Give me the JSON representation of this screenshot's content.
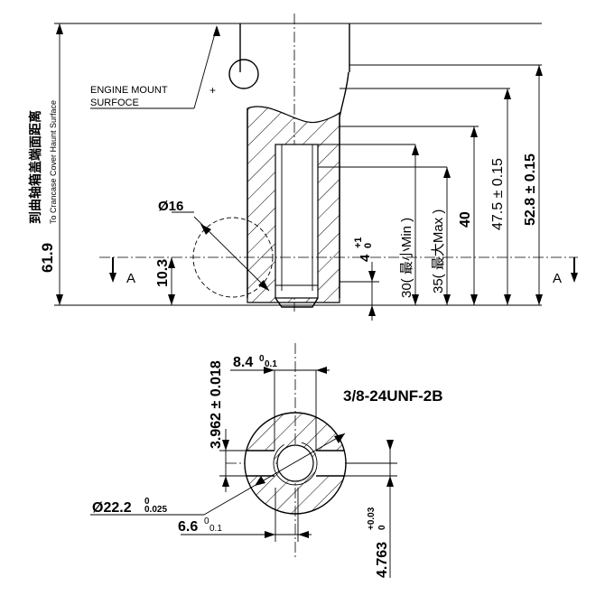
{
  "top_view": {
    "overall_height": "61.9",
    "overall_height_cn": "到曲轴箱盖端面距离",
    "overall_height_en": "To Crancase Cover Haunt Surface",
    "engine_mount_line1": "ENGINE MOUNT",
    "engine_mount_line2": "SURFOCE",
    "diameter_16": "Ø16",
    "dim_10_3": "10.3",
    "dim_4": "4",
    "dim_4_tol_top": "+1",
    "dim_4_tol_bottom": "0",
    "dim_30": "30( 最小Min )",
    "dim_35": "35( 最大Max )",
    "dim_40": "40",
    "dim_47_5": "47.5 ± 0.15",
    "dim_52_8": "52.8 ± 0.15",
    "section_left": "A",
    "section_right": "A"
  },
  "section_view": {
    "keyway_height": "3.962 ± 0.018",
    "width_8_4": "8.4",
    "width_8_4_tol_top": "0",
    "width_8_4_tol_bottom": "0.1",
    "thread": "3/8-24UNF-2B",
    "diameter_22_2": "Ø22.2",
    "diameter_22_2_tol_top": "0",
    "diameter_22_2_tol_bottom": "0.025",
    "width_6_6": "6.6",
    "width_6_6_tol_top": "0",
    "width_6_6_tol_bottom": "0.1",
    "depth_4_763": "4.763",
    "depth_4_763_tol_top": "+0.03",
    "depth_4_763_tol_bottom": "0"
  }
}
